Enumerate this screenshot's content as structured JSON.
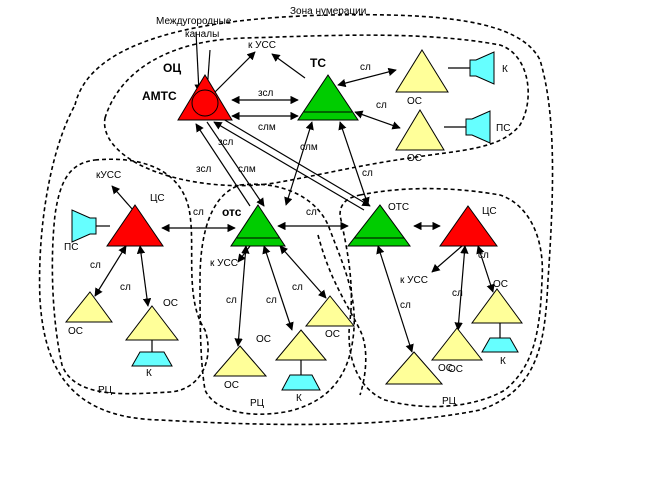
{
  "colors": {
    "red": "#ff0000",
    "green": "#00cc00",
    "yellow": "#ffff99",
    "cyan": "#66ffff",
    "line": "#000000"
  },
  "labels": {
    "zone": "Зона нумерации",
    "intercity": "Междугородные",
    "channels": "каналы",
    "oc": "ОЦ",
    "amts": "АМТС",
    "k_uss_top": "к УСС",
    "ts": "ТС",
    "zsl_1": "зсл",
    "slm_1": "слм",
    "zsl_2": "зсл",
    "zsl_3": "зсл",
    "slm_2": "слм",
    "slm_3": "слм",
    "sl_ts_os1": "сл",
    "sl_ts_os2": "сл",
    "os_top1": "ОС",
    "os_top2": "ОС",
    "k_top": "К",
    "ps_top": "ПС",
    "sl_ts_right": "сл",
    "kuss_left": "кУСС",
    "cs_left": "ЦС",
    "ps_left": "ПС",
    "sl_left_cs": "сл",
    "sl_left1": "сл",
    "sl_left2": "сл",
    "os_left1": "ОС",
    "os_left2": "ОС",
    "k_left": "К",
    "rc_left": "РЦ",
    "ots_mid": "отс",
    "k_uss_mid": "к УСС",
    "sl_mid_center": "сл",
    "sl_mid1": "сл",
    "sl_mid2": "сл",
    "sl_mid3": "сл",
    "os_mid1": "ОС",
    "os_mid2": "ОС",
    "os_mid3": "ОС",
    "k_mid": "К",
    "rc_mid": "РЦ",
    "ots_right": "ОТС",
    "cs_right": "ЦС",
    "k_uss_right": "к УСС",
    "sl_right_cs1": "сл",
    "sl_right_cs2": "сл",
    "sl_right_ots": "сл",
    "os_right1": "ОС",
    "os_right2": "ОС",
    "os_right3": "ОС",
    "k_right": "К",
    "rc_right": "РЦ"
  }
}
